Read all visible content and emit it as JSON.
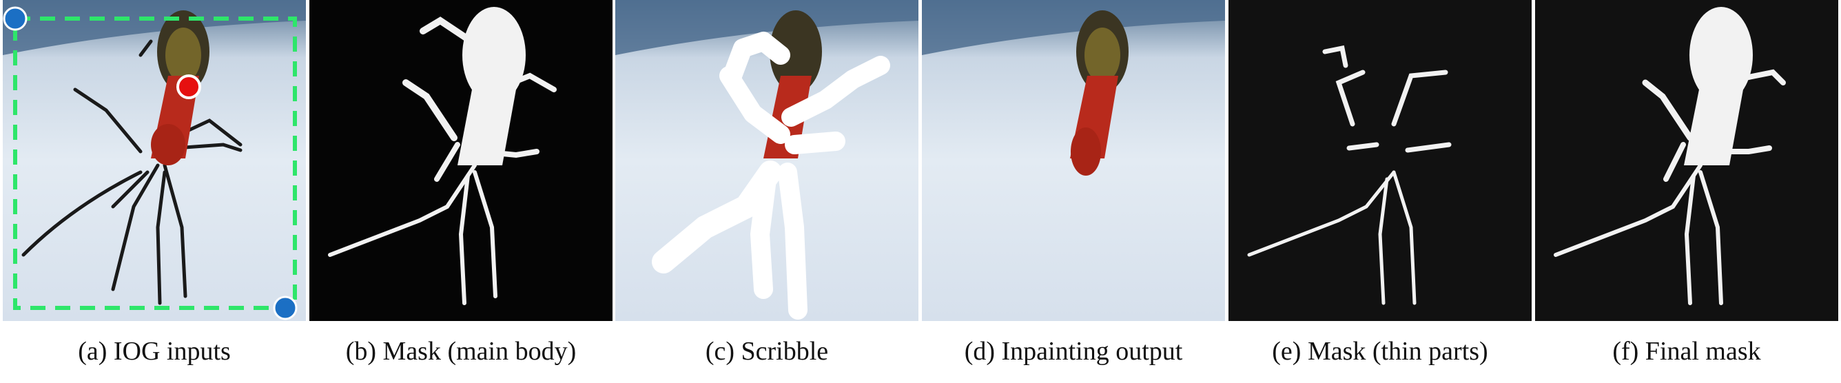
{
  "figure": {
    "panels": [
      {
        "caption": "(a) IOG inputs",
        "kind": "photo-with-box"
      },
      {
        "caption": "(b) Mask (main body)",
        "kind": "mask-body"
      },
      {
        "caption": "(c) Scribble",
        "kind": "photo-scribble"
      },
      {
        "caption": "(d) Inpainting output",
        "kind": "inpainted"
      },
      {
        "caption": "(e) Mask (thin parts)",
        "kind": "mask-thin"
      },
      {
        "caption": "(f) Final mask",
        "kind": "mask-final"
      }
    ],
    "colors": {
      "box": "#2ee66a",
      "corner_points": "#1b6fc4",
      "click_point": "#e61010",
      "mask_background": "#111111",
      "mask_foreground": "#f2f2f2",
      "bug_red": "#b82a1c"
    }
  }
}
